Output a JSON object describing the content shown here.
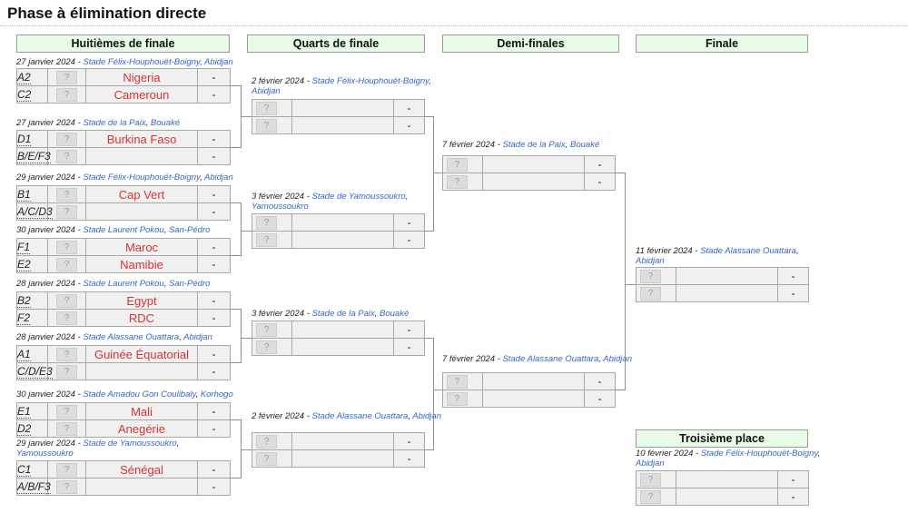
{
  "title": "Phase à élimination directe",
  "rounds": [
    "Huitièmes de finale",
    "Quarts de finale",
    "Demi-finales",
    "Finale"
  ],
  "third_place_label": "Troisième place",
  "flag_placeholder": "?",
  "colors": {
    "header_bg": "#e7fbe6",
    "venue_link_blue": "#3366cc",
    "team_link_red": "#d73333",
    "connector_gray": "#8f8f8f"
  },
  "matches": {
    "r16": [
      {
        "date": "27 janvier 2024",
        "venue": "Stade Félix-Houphouët-Boigny",
        "city": "Abidjan",
        "rows": [
          {
            "seed": "A2",
            "team": "Nigeria",
            "score": "-"
          },
          {
            "seed": "C2",
            "team": "Cameroun",
            "score": "-"
          }
        ]
      },
      {
        "date": "27 janvier 2024",
        "venue": "Stade de la Paix",
        "city": "Bouaké",
        "rows": [
          {
            "seed": "D1",
            "team": "Burkina Faso",
            "score": "-"
          },
          {
            "seed": "B/E/F3",
            "team": "",
            "score": "-"
          }
        ]
      },
      {
        "date": "29 janvier 2024",
        "venue": "Stade Félix-Houphouët-Boigny",
        "city": "Abidjan",
        "rows": [
          {
            "seed": "B1",
            "team": "Cap Vert",
            "score": "-"
          },
          {
            "seed": "A/C/D3",
            "team": "",
            "score": "-"
          }
        ]
      },
      {
        "date": "30 janvier 2024",
        "venue": "Stade Laurent Pokou",
        "city": "San-Pédro",
        "rows": [
          {
            "seed": "F1",
            "team": "Maroc",
            "score": "-"
          },
          {
            "seed": "E2",
            "team": "Namibie",
            "score": "-"
          }
        ]
      },
      {
        "date": "28 janvier 2024",
        "venue": "Stade Laurent Pokou",
        "city": "San-Pédro",
        "rows": [
          {
            "seed": "B2",
            "team": "Egypt",
            "score": "-"
          },
          {
            "seed": "F2",
            "team": "RDC",
            "score": "-"
          }
        ]
      },
      {
        "date": "28 janvier 2024",
        "venue": "Stade Alassane Ouattara",
        "city": "Abidjan",
        "rows": [
          {
            "seed": "A1",
            "team": "Guinée Équatorial",
            "score": "-"
          },
          {
            "seed": "C/D/E3",
            "team": "",
            "score": "-"
          }
        ]
      },
      {
        "date": "30 janvier 2024",
        "venue": "Stade Amadou Gon Coulibaly",
        "city": "Korhogo",
        "rows": [
          {
            "seed": "E1",
            "team": "Mali",
            "score": "-"
          },
          {
            "seed": "D2",
            "team": "Anegérie",
            "score": "-"
          }
        ]
      },
      {
        "date": "29 janvier 2024",
        "venue": "Stade de Yamoussoukro",
        "city": "Yamoussoukro",
        "rows": [
          {
            "seed": "C1",
            "team": "Sénégal",
            "score": "-"
          },
          {
            "seed": "A/B/F3",
            "team": "",
            "score": "-"
          }
        ]
      }
    ],
    "qf": [
      {
        "date": "2 février 2024",
        "venue": "Stade Félix-Houphouët-Boigny",
        "city": "Abidjan",
        "rows": [
          {
            "team": "",
            "score": "-"
          },
          {
            "team": "",
            "score": "-"
          }
        ]
      },
      {
        "date": "3 février 2024",
        "venue": "Stade de Yamoussoukro",
        "city": "Yamoussoukro",
        "rows": [
          {
            "team": "",
            "score": "-"
          },
          {
            "team": "",
            "score": "-"
          }
        ]
      },
      {
        "date": "3 février 2024",
        "venue": "Stade de la Paix",
        "city": "Bouaké",
        "rows": [
          {
            "team": "",
            "score": "-"
          },
          {
            "team": "",
            "score": "-"
          }
        ]
      },
      {
        "date": "2 février 2024",
        "venue": "Stade Alassane Ouattara",
        "city": "Abidjan",
        "rows": [
          {
            "team": "",
            "score": "-"
          },
          {
            "team": "",
            "score": "-"
          }
        ]
      }
    ],
    "sf": [
      {
        "date": "7 février 2024",
        "venue": "Stade de la Paix",
        "city": "Bouaké",
        "rows": [
          {
            "team": "",
            "score": "-"
          },
          {
            "team": "",
            "score": "-"
          }
        ]
      },
      {
        "date": "7 février 2024",
        "venue": "Stade Alassane Ouattara",
        "city": "Abidjan",
        "rows": [
          {
            "team": "",
            "score": "-"
          },
          {
            "team": "",
            "score": "-"
          }
        ]
      }
    ],
    "final": [
      {
        "date": "11 février 2024",
        "venue": "Stade Alassane Ouattara",
        "city": "Abidjan",
        "rows": [
          {
            "team": "",
            "score": "-"
          },
          {
            "team": "",
            "score": "-"
          }
        ]
      }
    ],
    "third_place": [
      {
        "date": "10 février 2024",
        "venue": "Stade Félix-Houphouët-Boigny",
        "city": "Abidjan",
        "rows": [
          {
            "team": "",
            "score": "-"
          },
          {
            "team": "",
            "score": "-"
          }
        ]
      }
    ]
  }
}
